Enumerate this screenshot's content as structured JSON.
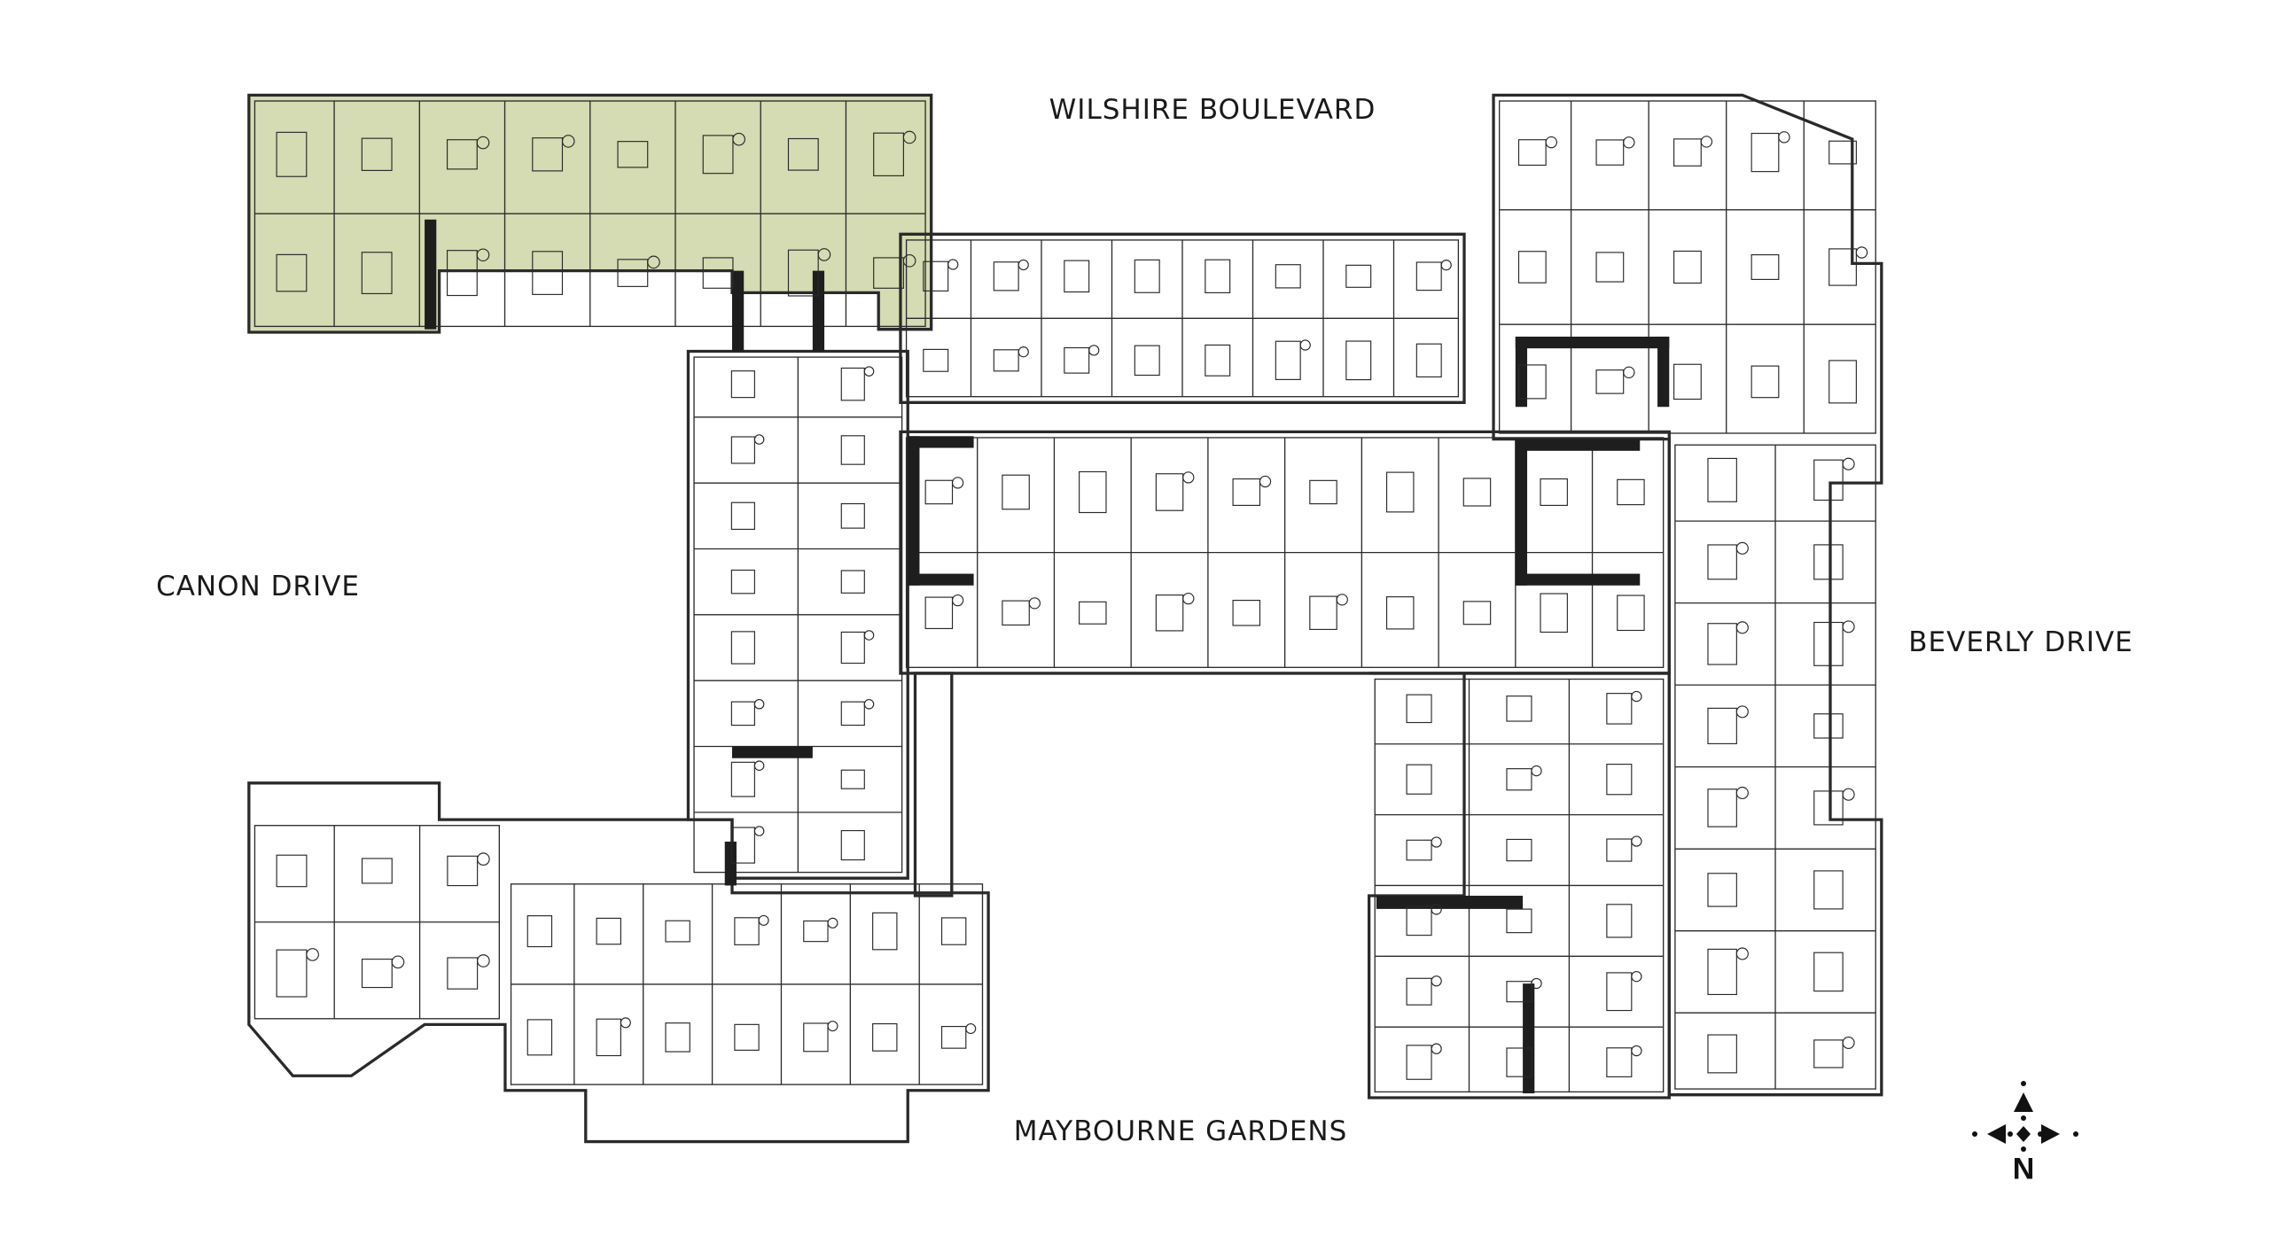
{
  "streets": {
    "north": "WILSHIRE BOULEVARD",
    "west": "CANON DRIVE",
    "east": "BEVERLY DRIVE",
    "south": "MAYBOURNE GARDENS"
  },
  "compass": {
    "label": "N",
    "icon": "north-arrow-compass-icon"
  },
  "highlighted_unit": {
    "color": "#d5dbb2",
    "icon": "highlighted-residence"
  },
  "colors": {
    "walls": "#2a2a2a",
    "background": "#ffffff"
  }
}
